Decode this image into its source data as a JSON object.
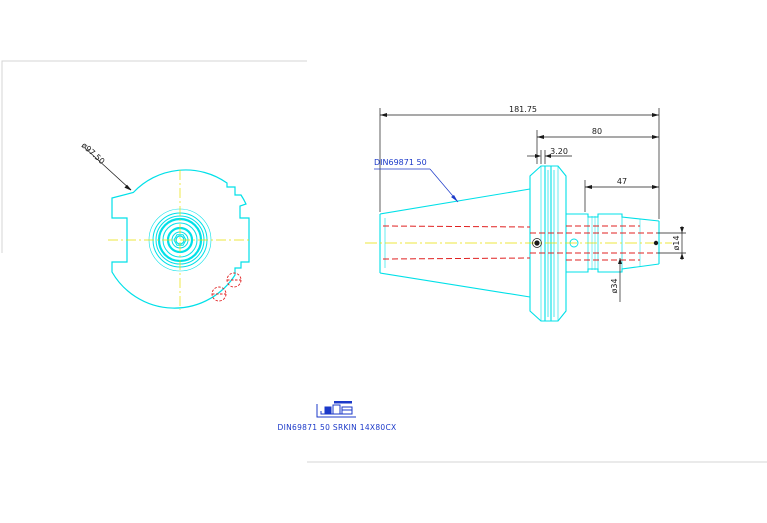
{
  "diagram": {
    "dimensions": {
      "overall_length": "181.75",
      "shank_length": "80",
      "flange_width": "3.20",
      "nose_length": "47",
      "bore_diameter": "ø14",
      "nose_diameter": "ø34",
      "flange_diameter": "ø97.50"
    },
    "callout": "DIN69871  50",
    "title": "DIN69871  50  SRKIN  14X80CX"
  },
  "colors": {
    "outline": "#00e0e8",
    "centerline": "#e8e000",
    "hidden": "#e02020",
    "dimension": "#1a1a1a",
    "callout": "#1b39c9",
    "border": "#d4d4d4"
  }
}
